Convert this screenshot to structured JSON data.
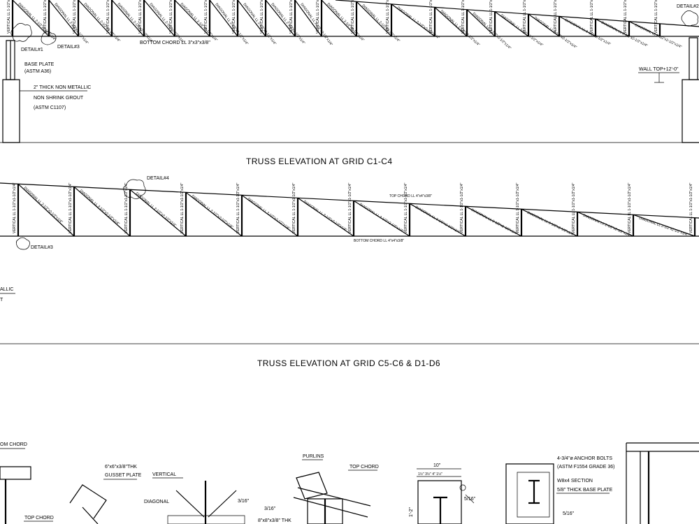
{
  "elevation_1": {
    "labels": {
      "detail_1": "DETAIL#1",
      "detail_3": "DETAIL#3",
      "detail_2": "DETAIL#2",
      "base_plate": "BASE PLATE",
      "astm_a36": "(ASTM A36)",
      "grout_1": "2\" THICK NON METALLIC",
      "grout_2": "NON SHRINK GROUT",
      "grout_3": "(ASTM C1107)",
      "bottom_chord": "BOTTOM CHORD LL 3\"x3\"x3/8\"",
      "wall_top": "WALL TOP+12'-0\""
    },
    "title": "TRUSS ELEVATION AT GRID C1-C4"
  },
  "elevation_2": {
    "labels": {
      "detail_4": "DETAIL#4",
      "detail_3": "DETAIL#3",
      "top_chord": "TOP CHORD LL 4\"x4\"x3/8\"",
      "bottom_chord": "BOTTOM CHORD LL 4\"x4\"x3/8\"",
      "metallic_partial": "ALLIC",
      "t_partial": "T"
    },
    "title": "TRUSS ELEVATION AT GRID C5-C6 & D1-D6"
  },
  "member_labels": {
    "vertical": "VERTICAL",
    "diagonal": "DIAGONAL",
    "ll_vertical": "LL 1-1/2\"x1-1/2\"x1/4\"",
    "ll_diagonal": "LL 2-1/2\"x2-1/2\"x1/4\""
  },
  "details": {
    "a": {
      "bottom_chord": "OM CHORD",
      "top_chord": "TOP CHORD"
    },
    "b": {
      "gusset": "6\"x6\"x3/8\"THK",
      "gusset_2": "GUSSET PLATE",
      "vertical": "VERTICAL",
      "diagonal": "DIAGONAL",
      "weld": "3/16\""
    },
    "c": {
      "purlins": "PURLINS",
      "top_chord": "TOP CHORD",
      "weld": "3/16\"",
      "plate": "8\"x8\"x3/8\" THK"
    },
    "d": {
      "dim_width": "10\"",
      "dim_sub": "1½\"  3½\"  4\"  1½\"",
      "dim_side": "1'-2\"",
      "weld": "5/16\""
    },
    "e": {
      "anchor_1": "4-3/4\"ø ANCHOR BOLTS",
      "anchor_2": "(ASTM F1554 GRADE 36)",
      "section": "W8x4 SECTION",
      "plate": "5/8\" THICK BASE PLATE",
      "weld": "5/16\""
    }
  }
}
